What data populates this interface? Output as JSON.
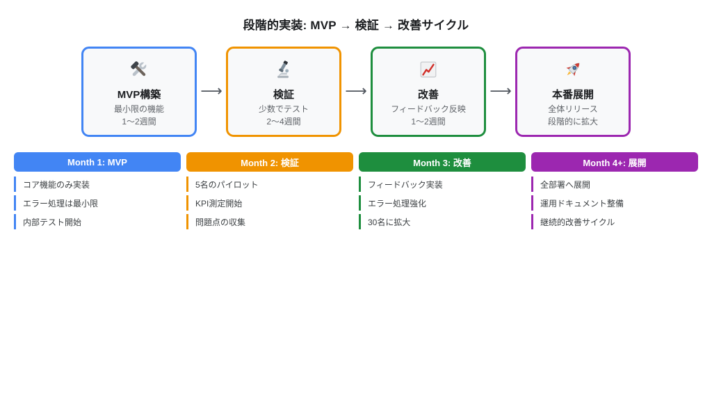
{
  "title": "段階的実装: MVP → 検証 → 改善サイクル",
  "flow": {
    "arrow": "⟶",
    "phases": [
      {
        "icon": "hammer-and-wrench",
        "title": "MVP構築",
        "desc1": "最小限の機能",
        "desc2": "1〜2週間",
        "color": "#4285F4"
      },
      {
        "icon": "microscope",
        "title": "検証",
        "desc1": "少数でテスト",
        "desc2": "2〜4週間",
        "color": "#F09300"
      },
      {
        "icon": "chart-increasing",
        "title": "改善",
        "desc1": "フィードバック反映",
        "desc2": "1〜2週間",
        "color": "#1E8E3E"
      },
      {
        "icon": "rocket",
        "title": "本番展開",
        "desc1": "全体リリース",
        "desc2": "段階的に拡大",
        "color": "#9C27B0"
      }
    ]
  },
  "timeline": {
    "columns": [
      {
        "header": "Month 1: MVP",
        "color": "#4285F4",
        "items": [
          "コア機能のみ実装",
          "エラー処理は最小限",
          "内部テスト開始"
        ]
      },
      {
        "header": "Month 2: 検証",
        "color": "#F09300",
        "items": [
          "5名のパイロット",
          "KPI測定開始",
          "問題点の収集"
        ]
      },
      {
        "header": "Month 3: 改善",
        "color": "#1E8E3E",
        "items": [
          "フィードバック実装",
          "エラー処理強化",
          "30名に拡大"
        ]
      },
      {
        "header": "Month 4+: 展開",
        "color": "#9C27B0",
        "items": [
          "全部署へ展開",
          "運用ドキュメント整備",
          "継続的改善サイクル"
        ]
      }
    ]
  }
}
